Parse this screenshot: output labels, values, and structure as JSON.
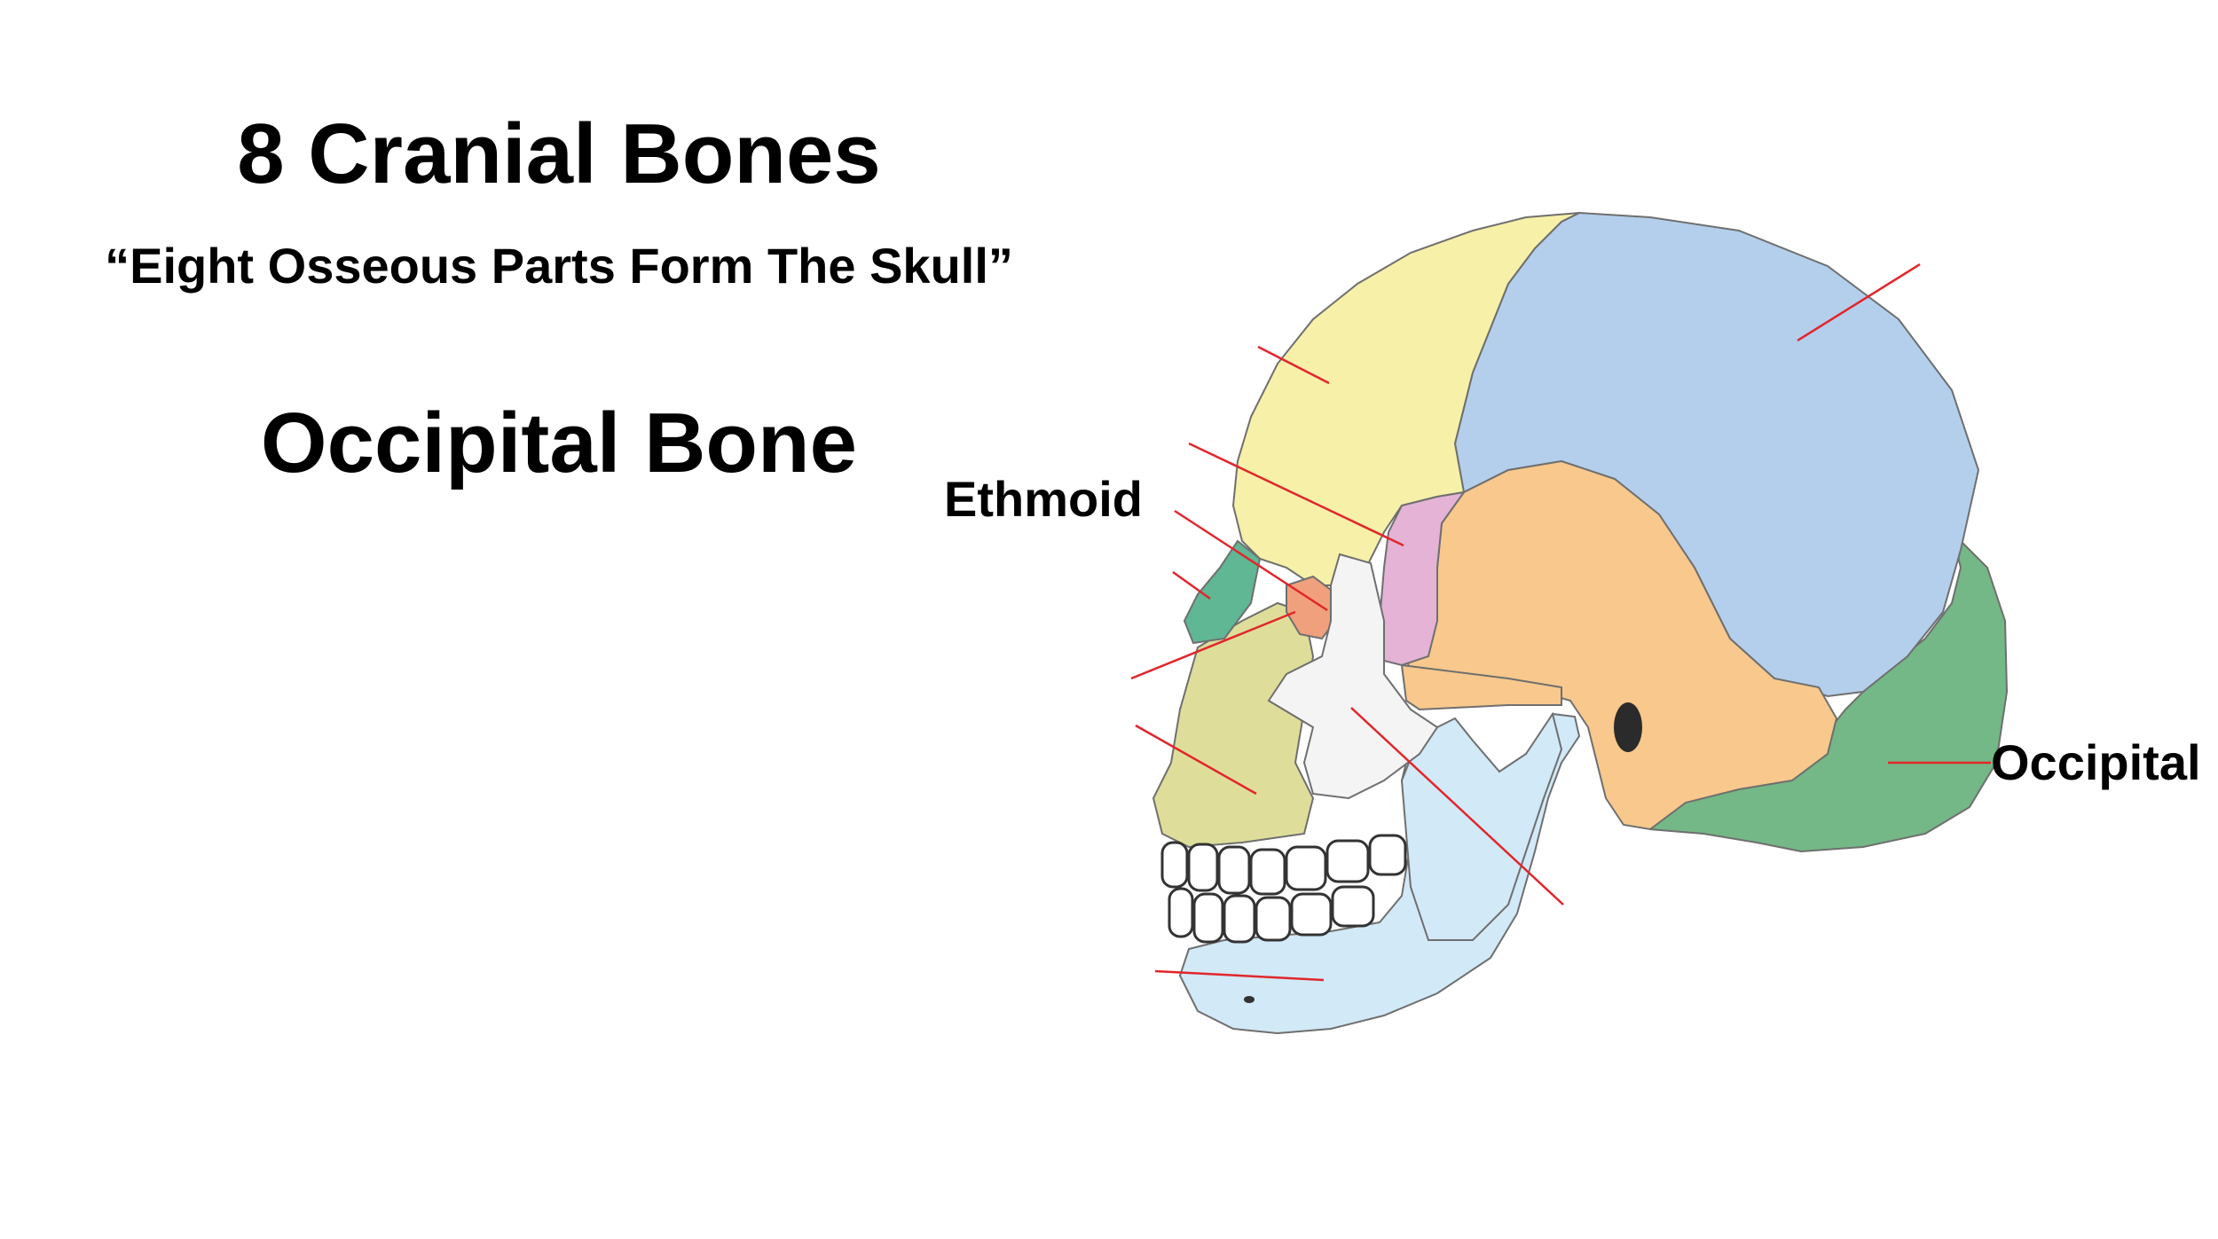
{
  "slide": {
    "title": "8 Cranial Bones",
    "subtitle": "“Eight Osseous Parts Form The Skull”",
    "current_bone": "Occipital Bone"
  },
  "diagram": {
    "labels": {
      "ethmoid": "Ethmoid",
      "occipital": "Occipital"
    },
    "colors": {
      "frontal": "#f7f0a8",
      "parietal": "#b4cfec",
      "temporal": "#f8c88c",
      "occipital": "#73b886",
      "sphenoid": "#e4b3d6",
      "nasal": "#5fb794",
      "zygomatic": "#f4f4f4",
      "maxilla": "#dede9a",
      "mandible": "#d2e9f7",
      "lacrimal": "#f0a07c",
      "leader_line": "#e1262c",
      "outline": "#6f6f6f",
      "text": "#000000"
    }
  }
}
